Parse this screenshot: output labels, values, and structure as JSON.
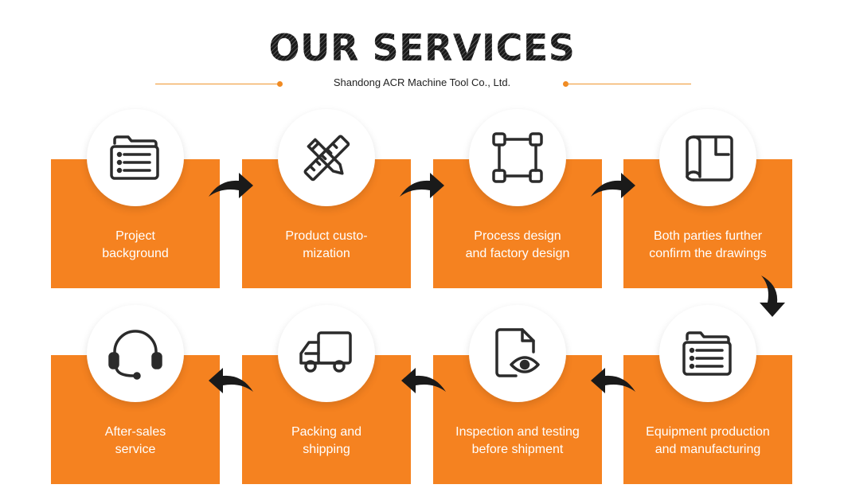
{
  "header": {
    "title": "OUR SERVICES",
    "subtitle": "Shandong ACR Machine Tool Co., Ltd."
  },
  "colors": {
    "accent": "#f58220",
    "line": "#f0962e",
    "icon": "#2b2b2b",
    "arrow": "#1a1a1a"
  },
  "steps": [
    {
      "icon": "folder-list-icon",
      "lines": [
        "Project",
        "background"
      ]
    },
    {
      "icon": "pencil-ruler-icon",
      "lines": [
        "Product custo-",
        "mization"
      ]
    },
    {
      "icon": "vector-square-icon",
      "lines": [
        "Process design",
        "and factory design"
      ]
    },
    {
      "icon": "blueprint-scroll-icon",
      "lines": [
        "Both parties further",
        "confirm the drawings"
      ]
    },
    {
      "icon": "folder-list-icon",
      "lines": [
        "Equipment production",
        "and manufacturing"
      ]
    },
    {
      "icon": "document-eye-icon",
      "lines": [
        "Inspection and testing",
        "before shipment"
      ]
    },
    {
      "icon": "delivery-truck-icon",
      "lines": [
        "Packing and",
        "shipping"
      ]
    },
    {
      "icon": "headset-icon",
      "lines": [
        "After-sales",
        "service"
      ]
    }
  ]
}
